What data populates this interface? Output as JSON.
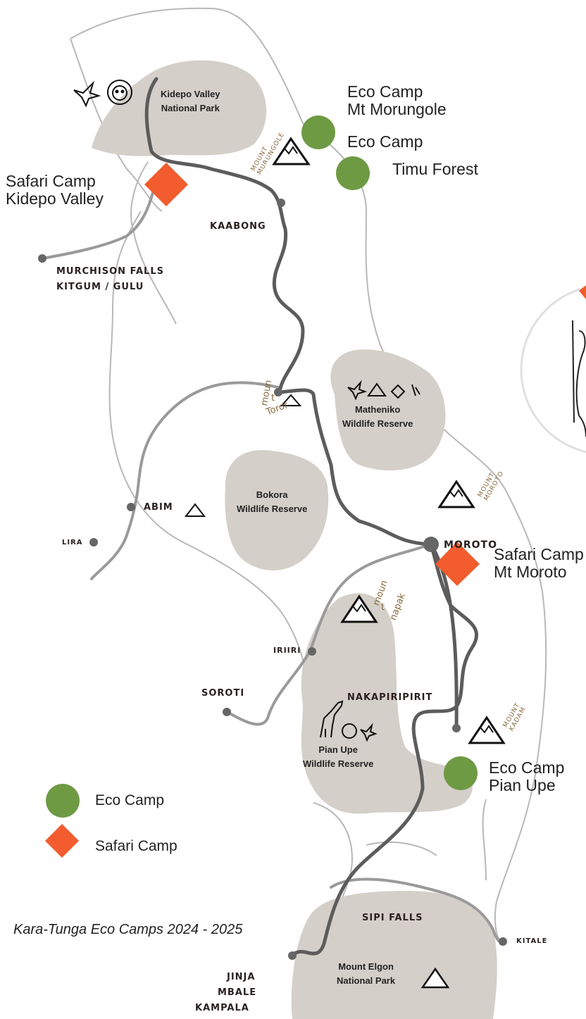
{
  "subtitle": "Kara-Tunga Eco Camps 2024 - 2025",
  "colors": {
    "eco_camp": "#6e9a44",
    "safari_camp": "#f25c2e",
    "park_fill": "#d4cfc9",
    "main_road": "#5c5c5c",
    "secondary_road": "#9a9a9a",
    "border": "#b8b8b8"
  },
  "legend": {
    "eco": "Eco Camp",
    "safari": "Safari Camp"
  },
  "parks": {
    "kidepo": [
      "Kidepo Valley",
      "National Park"
    ],
    "matheniko": [
      "Matheniko",
      "Wildlife Reserve"
    ],
    "bokora": [
      "Bokora",
      "Wildlife Reserve"
    ],
    "pian_upe": [
      "Pian Upe",
      "Wildlife Reserve"
    ],
    "elgon": [
      "Mount Elgon",
      "National Park"
    ]
  },
  "camps": {
    "eco_morungole": [
      "Eco Camp",
      "Mt Morungole"
    ],
    "eco_timu": [
      "Eco Camp",
      "Timu Forest"
    ],
    "safari_kidepo": [
      "Safari Camp",
      "Kidepo Valley"
    ],
    "safari_moroto": [
      "Safari Camp",
      "Mt Moroto"
    ],
    "eco_pian": [
      "Eco Camp",
      "Pian Upe"
    ]
  },
  "places": {
    "kaabong": "KAABONG",
    "murchison": "MURCHISON FALLS",
    "kitgum": "KITGUM / GULU",
    "abim": "ABIM",
    "lira": "LIRA",
    "moroto": "MOROTO",
    "iriiri": "IRIIRI",
    "soroti": "SOROTI",
    "nakapiripirit": "NAKAPIRIPIRIT",
    "sipi": "SIPI FALLS",
    "kitale": "KITALE",
    "jinja": "JINJA",
    "mbale": "MBALE",
    "kampala": "KAMPALA"
  },
  "mountains": {
    "morungole": [
      "MOUNT",
      "MURUNGOLE"
    ],
    "toror": [
      "moun",
      "t",
      "Toror"
    ],
    "moroto": [
      "MOUNT",
      "MOROTO"
    ],
    "napak": [
      "moun",
      "t",
      "napak"
    ],
    "kadam": [
      "MOUNT",
      "KADAM"
    ]
  },
  "icons": [
    "bird-icon",
    "lion-icon",
    "mountain-icon",
    "giraffe-icon",
    "leopard-icon",
    "antelope-icon",
    "warrior-illustration"
  ]
}
